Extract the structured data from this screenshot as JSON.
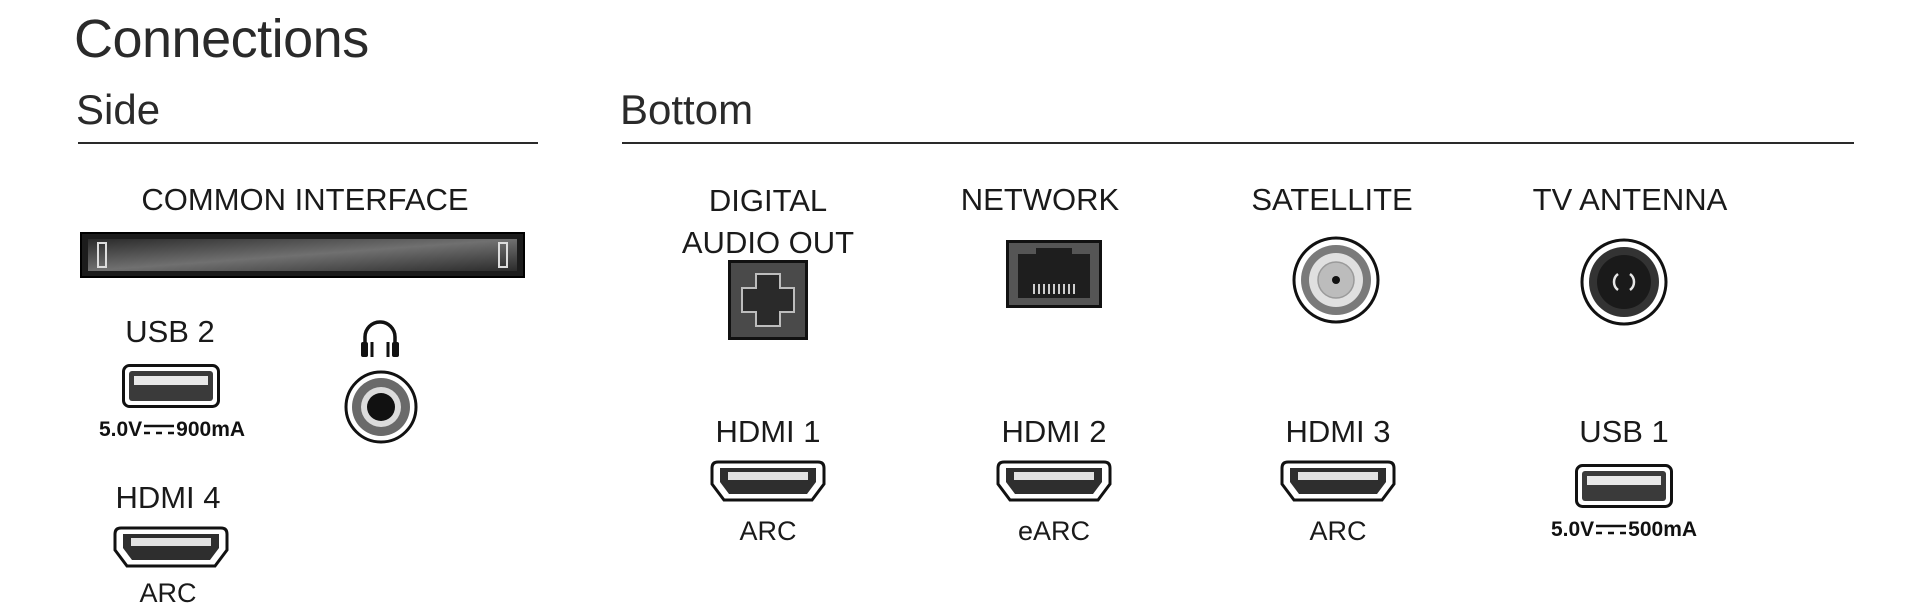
{
  "page": {
    "title": "Connections"
  },
  "side": {
    "heading": "Side",
    "common_interface": {
      "label": "COMMON INTERFACE"
    },
    "usb2": {
      "label": "USB 2",
      "spec_voltage": "5.0V",
      "spec_current": "900mA"
    },
    "headphone": {
      "icon": "headphones-icon"
    },
    "hdmi4": {
      "label": "HDMI 4",
      "sublabel": "ARC"
    }
  },
  "bottom": {
    "heading": "Bottom",
    "digital_audio_out": {
      "label": "DIGITAL\nAUDIO OUT"
    },
    "network": {
      "label": "NETWORK"
    },
    "satellite": {
      "label": "SATELLITE"
    },
    "tv_antenna": {
      "label": "TV ANTENNA"
    },
    "hdmi1": {
      "label": "HDMI 1",
      "sublabel": "ARC"
    },
    "hdmi2": {
      "label": "HDMI 2",
      "sublabel": "eARC"
    },
    "hdmi3": {
      "label": "HDMI 3",
      "sublabel": "ARC"
    },
    "usb1": {
      "label": "USB 1",
      "spec_voltage": "5.0V",
      "spec_current": "500mA"
    }
  }
}
